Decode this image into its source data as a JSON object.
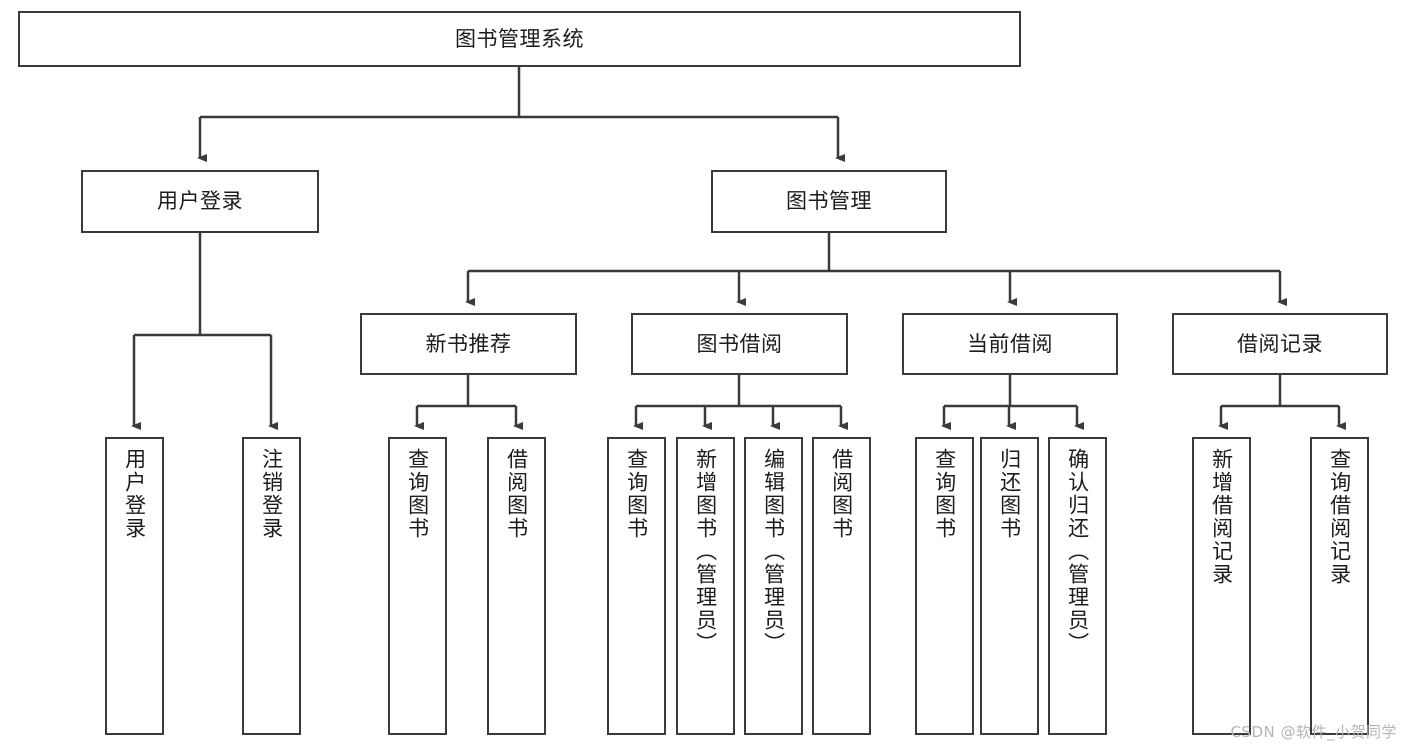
{
  "diagram": {
    "title": "图书管理系统",
    "type": "功能结构图",
    "watermark": "CSDN @软件_小贺同学",
    "colors": {
      "box_border": "#3a3a3a",
      "box_fill": "#ffffff",
      "connector": "#3a3a3a",
      "text": "#1c1c1c",
      "watermark": "#b4b4b4"
    },
    "root": {
      "label": "图书管理系统"
    },
    "level2": [
      {
        "label": "用户登录"
      },
      {
        "label": "图书管理"
      }
    ],
    "level3": [
      {
        "label": "新书推荐"
      },
      {
        "label": "图书借阅"
      },
      {
        "label": "当前借阅"
      },
      {
        "label": "借阅记录"
      }
    ],
    "leaves": {
      "user_login": [
        {
          "label": "用户登录"
        },
        {
          "label": "注销登录"
        }
      ],
      "new_book": [
        {
          "label": "查询图书"
        },
        {
          "label": "借阅图书"
        }
      ],
      "book_borrow": [
        {
          "label": "查询图书"
        },
        {
          "label": "新增图书（管理员）"
        },
        {
          "label": "编辑图书（管理员）"
        },
        {
          "label": "借阅图书"
        }
      ],
      "current_borrow": [
        {
          "label": "查询图书"
        },
        {
          "label": "归还图书"
        },
        {
          "label": "确认归还（管理员）"
        }
      ],
      "borrow_record": [
        {
          "label": "新增借阅记录"
        },
        {
          "label": "查询借阅记录"
        }
      ]
    }
  }
}
